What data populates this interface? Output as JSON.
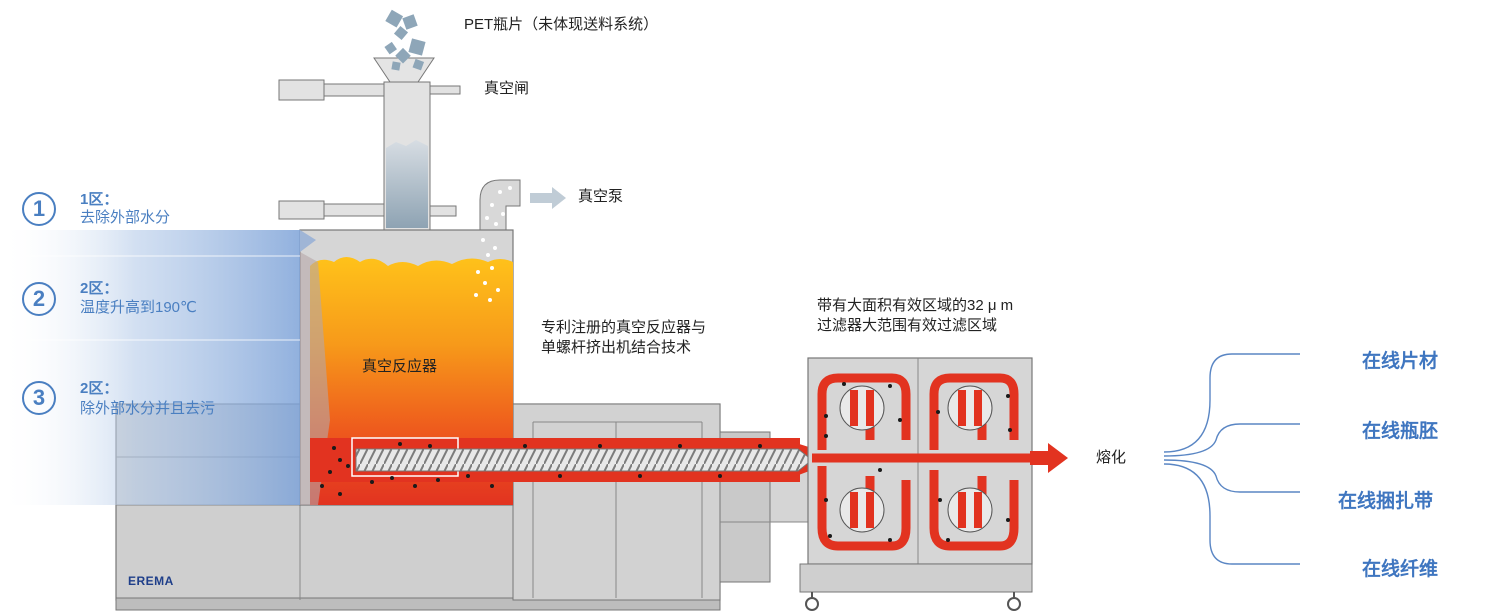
{
  "labels": {
    "feed": "PET瓶片（未体现送料系统）",
    "vacuum_lock": "真空闸",
    "vacuum_pump": "真空泵",
    "reactor": "真空反应器",
    "patent_line1": "专利注册的真空反应器与",
    "patent_line2": "单螺杆挤出机结合技术",
    "filter_line1": "带有大面积有效区域的32 μ m",
    "filter_line2": "过滤器大范围有效过滤区域",
    "melt": "熔化",
    "brand": "EREMA"
  },
  "zones": [
    {
      "number": "1",
      "title": "1区：",
      "desc": "去除外部水分"
    },
    {
      "number": "2",
      "title": "2区：",
      "desc": "温度升高到190℃"
    },
    {
      "number": "3",
      "title": "2区：",
      "desc": "除外部水分并且去污"
    }
  ],
  "applications": [
    "在线片材",
    "在线瓶胚",
    "在线捆扎带",
    "在线纤维"
  ],
  "colors": {
    "accent_blue": "#4a7fc1",
    "melt_red": "#e03222",
    "reactor_orange": "#f59a18",
    "machine_gray": "#c9c9c9"
  }
}
